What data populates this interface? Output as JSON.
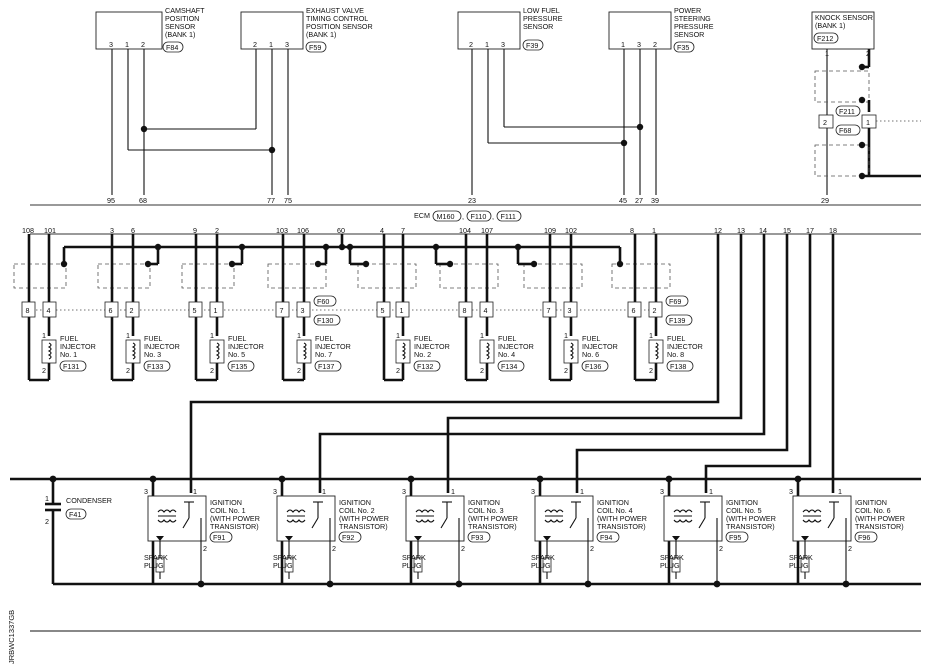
{
  "ecm": {
    "label": "ECM",
    "connectors": [
      "M160",
      "F110",
      "F111"
    ]
  },
  "sensors": [
    {
      "lines": [
        "CAMSHAFT",
        "POSITION",
        "SENSOR",
        "(BANK 1)"
      ],
      "conn": "F84",
      "pins": [
        "3",
        "1",
        "2"
      ],
      "ecm_pins": [
        "95",
        "68"
      ]
    },
    {
      "lines": [
        "EXHAUST VALVE",
        "TIMING CONTROL",
        "POSITION SENSOR",
        "(BANK 1)"
      ],
      "conn": "F59",
      "pins": [
        "2",
        "1",
        "3"
      ],
      "ecm_pins": [
        "77",
        "75"
      ]
    },
    {
      "lines": [
        "LOW FUEL",
        "PRESSURE",
        "SENSOR"
      ],
      "conn": "F39",
      "pins": [
        "2",
        "1",
        "3"
      ],
      "ecm_pins": [
        "23"
      ]
    },
    {
      "lines": [
        "POWER",
        "STEERING",
        "PRESSURE",
        "SENSOR"
      ],
      "conn": "F35",
      "pins": [
        "1",
        "3",
        "2"
      ],
      "ecm_pins": [
        "45",
        "27",
        "39"
      ]
    },
    {
      "lines": [
        "KNOCK SENSOR",
        "(BANK 1)"
      ],
      "conn": "F212",
      "pins": [
        "1",
        "2"
      ],
      "ecm_pins": [
        "29"
      ]
    }
  ],
  "knock_joint": {
    "conns": [
      "F211",
      "F68"
    ],
    "pins": [
      "2",
      "1"
    ]
  },
  "ecm_bottom_pins": [
    "108",
    "101",
    "3",
    "6",
    "9",
    "2",
    "103",
    "106",
    "60",
    "4",
    "7",
    "104",
    "107",
    "109",
    "102",
    "8",
    "1",
    "12",
    "13",
    "14",
    "15",
    "17",
    "18"
  ],
  "joint_conns": [
    "F60",
    "F130",
    "F69",
    "F139"
  ],
  "joint_pin_labels": [
    "8",
    "4",
    "6",
    "2",
    "5",
    "1",
    "7",
    "3",
    "5",
    "1",
    "8",
    "4",
    "7",
    "3",
    "6",
    "2"
  ],
  "injectors": [
    {
      "name": [
        "FUEL",
        "INJECTOR",
        "No. 1"
      ],
      "conn": "F131",
      "pins": [
        "1",
        "2"
      ]
    },
    {
      "name": [
        "FUEL",
        "INJECTOR",
        "No. 3"
      ],
      "conn": "F133",
      "pins": [
        "1",
        "2"
      ]
    },
    {
      "name": [
        "FUEL",
        "INJECTOR",
        "No. 5"
      ],
      "conn": "F135",
      "pins": [
        "1",
        "2"
      ]
    },
    {
      "name": [
        "FUEL",
        "INJECTOR",
        "No. 7"
      ],
      "conn": "F137",
      "pins": [
        "1",
        "2"
      ]
    },
    {
      "name": [
        "FUEL",
        "INJECTOR",
        "No. 2"
      ],
      "conn": "F132",
      "pins": [
        "1",
        "2"
      ]
    },
    {
      "name": [
        "FUEL",
        "INJECTOR",
        "No. 4"
      ],
      "conn": "F134",
      "pins": [
        "1",
        "2"
      ]
    },
    {
      "name": [
        "FUEL",
        "INJECTOR",
        "No. 6"
      ],
      "conn": "F136",
      "pins": [
        "1",
        "2"
      ]
    },
    {
      "name": [
        "FUEL",
        "INJECTOR",
        "No. 8"
      ],
      "conn": "F138",
      "pins": [
        "1",
        "2"
      ]
    }
  ],
  "condenser": {
    "label": "CONDENSER",
    "conn": "F41",
    "pins": [
      "1",
      "2"
    ]
  },
  "coils": [
    {
      "name": [
        "IGNITION",
        "COIL No. 1",
        "(WITH POWER",
        "TRANSISTOR)"
      ],
      "conn": "F91",
      "pins": [
        "3",
        "1",
        "2"
      ]
    },
    {
      "name": [
        "IGNITION",
        "COIL No. 2",
        "(WITH POWER",
        "TRANSISTOR)"
      ],
      "conn": "F92",
      "pins": [
        "3",
        "1",
        "2"
      ]
    },
    {
      "name": [
        "IGNITION",
        "COIL No. 3",
        "(WITH POWER",
        "TRANSISTOR)"
      ],
      "conn": "F93",
      "pins": [
        "3",
        "1",
        "2"
      ]
    },
    {
      "name": [
        "IGNITION",
        "COIL No. 4",
        "(WITH POWER",
        "TRANSISTOR)"
      ],
      "conn": "F94",
      "pins": [
        "3",
        "1",
        "2"
      ]
    },
    {
      "name": [
        "IGNITION",
        "COIL No. 5",
        "(WITH POWER",
        "TRANSISTOR)"
      ],
      "conn": "F95",
      "pins": [
        "3",
        "1",
        "2"
      ]
    },
    {
      "name": [
        "IGNITION",
        "COIL No. 6",
        "(WITH POWER",
        "TRANSISTOR)"
      ],
      "conn": "F96",
      "pins": [
        "3",
        "1",
        "2"
      ]
    }
  ],
  "spark_plug_label": [
    "SPARK",
    "PLUG"
  ],
  "figure_code": "JRBWC1337GB"
}
